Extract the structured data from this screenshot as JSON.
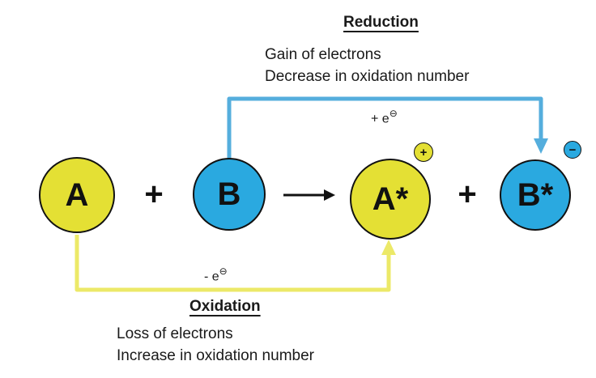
{
  "colors": {
    "yellow": "#e4e034",
    "blue": "#2aa9e0",
    "arrow_blue": "#55aedd",
    "arrow_yellow": "#ece968"
  },
  "reduction": {
    "title": "Reduction",
    "line1": "Gain of electrons",
    "line2": "Decrease in oxidation number",
    "electron_prefix": "+ e",
    "electron_symbol": "⊖"
  },
  "oxidation": {
    "title": "Oxidation",
    "line1": "Loss of electrons",
    "line2": "Increase in oxidation number",
    "electron_prefix": "- e",
    "electron_symbol": "⊖"
  },
  "reaction": {
    "reactant_a": "A",
    "plus_left": "+",
    "reactant_b": "B",
    "product_a": "A*",
    "plus_right": "+",
    "product_b": "B*",
    "product_a_charge": "+",
    "product_b_charge": "−"
  }
}
